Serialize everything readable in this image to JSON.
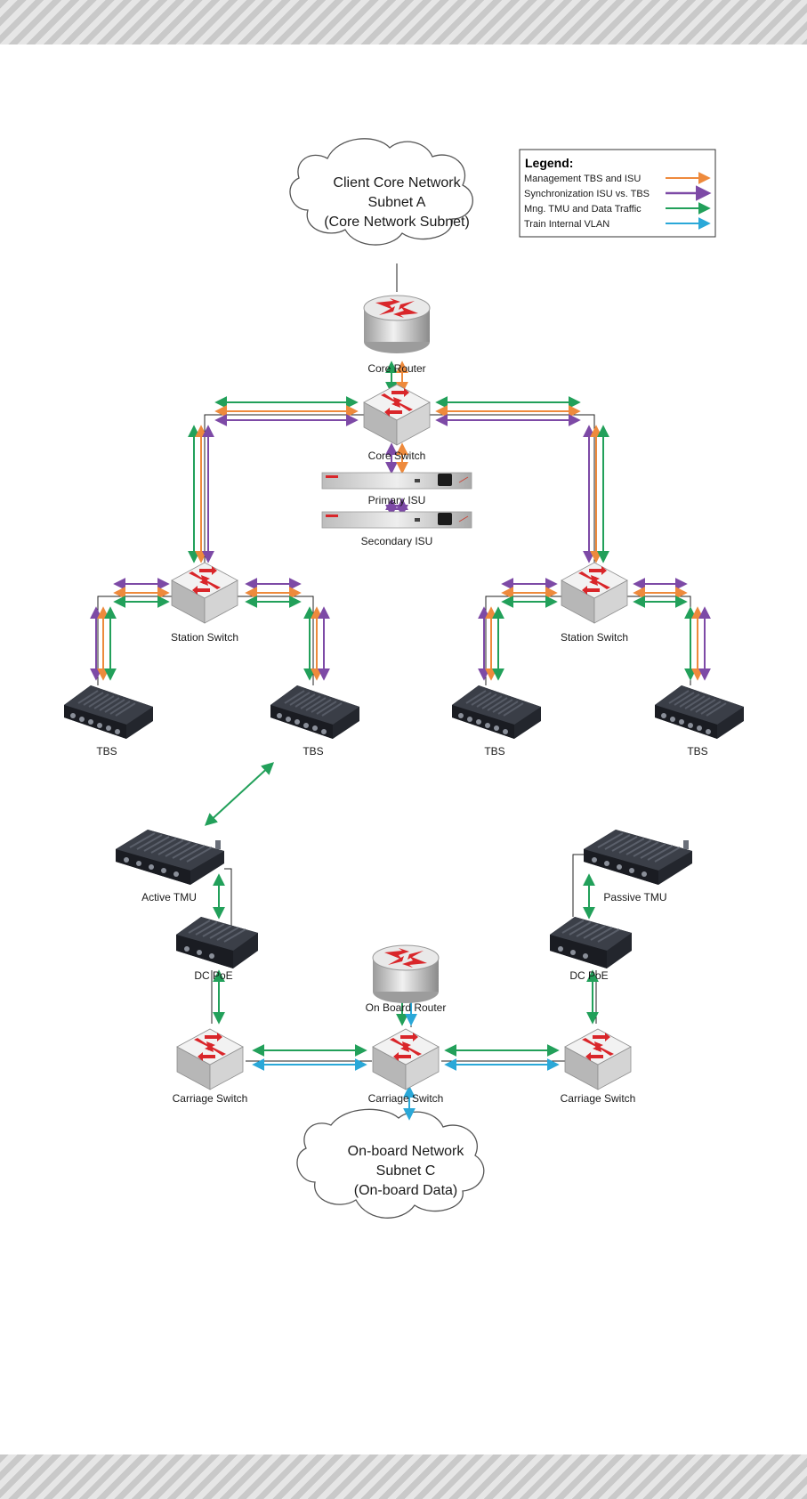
{
  "colors": {
    "management": "#ee8a3c",
    "synchronization": "#7d4aa6",
    "data": "#22a05a",
    "vlan": "#2aa8d8",
    "router_red": "#d9262a",
    "device_dark": "#2b2e35"
  },
  "legend": {
    "title": "Legend:",
    "items": [
      {
        "label": "Management TBS and ISU",
        "color": "#ee8a3c"
      },
      {
        "label": "Synchronization ISU vs. TBS",
        "color": "#7d4aa6"
      },
      {
        "label": "Mng. TMU and Data Traffic",
        "color": "#22a05a"
      },
      {
        "label": "Train Internal VLAN",
        "color": "#2aa8d8"
      }
    ]
  },
  "clouds": {
    "core": [
      "Client Core Network",
      "Subnet A",
      "(Core Network Subnet)"
    ],
    "onboard": [
      "On-board Network",
      "Subnet C",
      "(On-board Data)"
    ]
  },
  "labels": {
    "core_router": "Core Router",
    "core_switch": "Core Switch",
    "primary_isu": "Primary ISU",
    "secondary_isu": "Secondary ISU",
    "station_switch_left": "Station Switch",
    "station_switch_right": "Station Switch",
    "tbs_1": "TBS",
    "tbs_2": "TBS",
    "tbs_3": "TBS",
    "tbs_4": "TBS",
    "active_tmu": "Active TMU",
    "passive_tmu": "Passive TMU",
    "dc_poe_left": "DC PoE",
    "dc_poe_right": "DC PoE",
    "onboard_router": "On Board Router",
    "carriage_switch_left": "Carriage Switch",
    "carriage_switch_center": "Carriage Switch",
    "carriage_switch_right": "Carriage Switch"
  }
}
